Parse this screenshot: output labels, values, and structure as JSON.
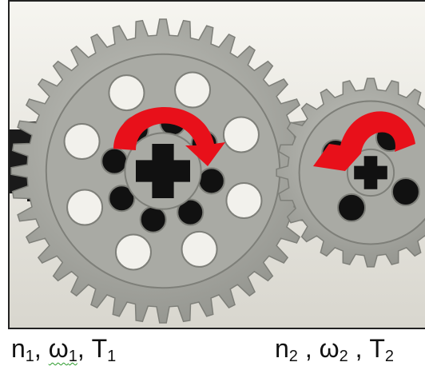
{
  "figure": {
    "colors": {
      "gear": "#a9aaa4",
      "gear_dark": "#7e7f79",
      "hole": "#111111",
      "arrow": "#e8101a",
      "background_top": "#f4f3ee",
      "background_bottom": "#dcdad2"
    },
    "gears": [
      {
        "name": "large-gear",
        "teeth": 40,
        "rotation_direction": "clockwise"
      },
      {
        "name": "small-gear",
        "teeth": 24,
        "rotation_direction": "counter-clockwise"
      }
    ]
  },
  "captions": [
    {
      "symbols": [
        "n",
        ", ",
        "ω",
        ", ",
        "T"
      ],
      "subscript": "1"
    },
    {
      "symbols": [
        "n",
        " , ",
        "ω",
        " , ",
        "T"
      ],
      "subscript": "2"
    }
  ]
}
